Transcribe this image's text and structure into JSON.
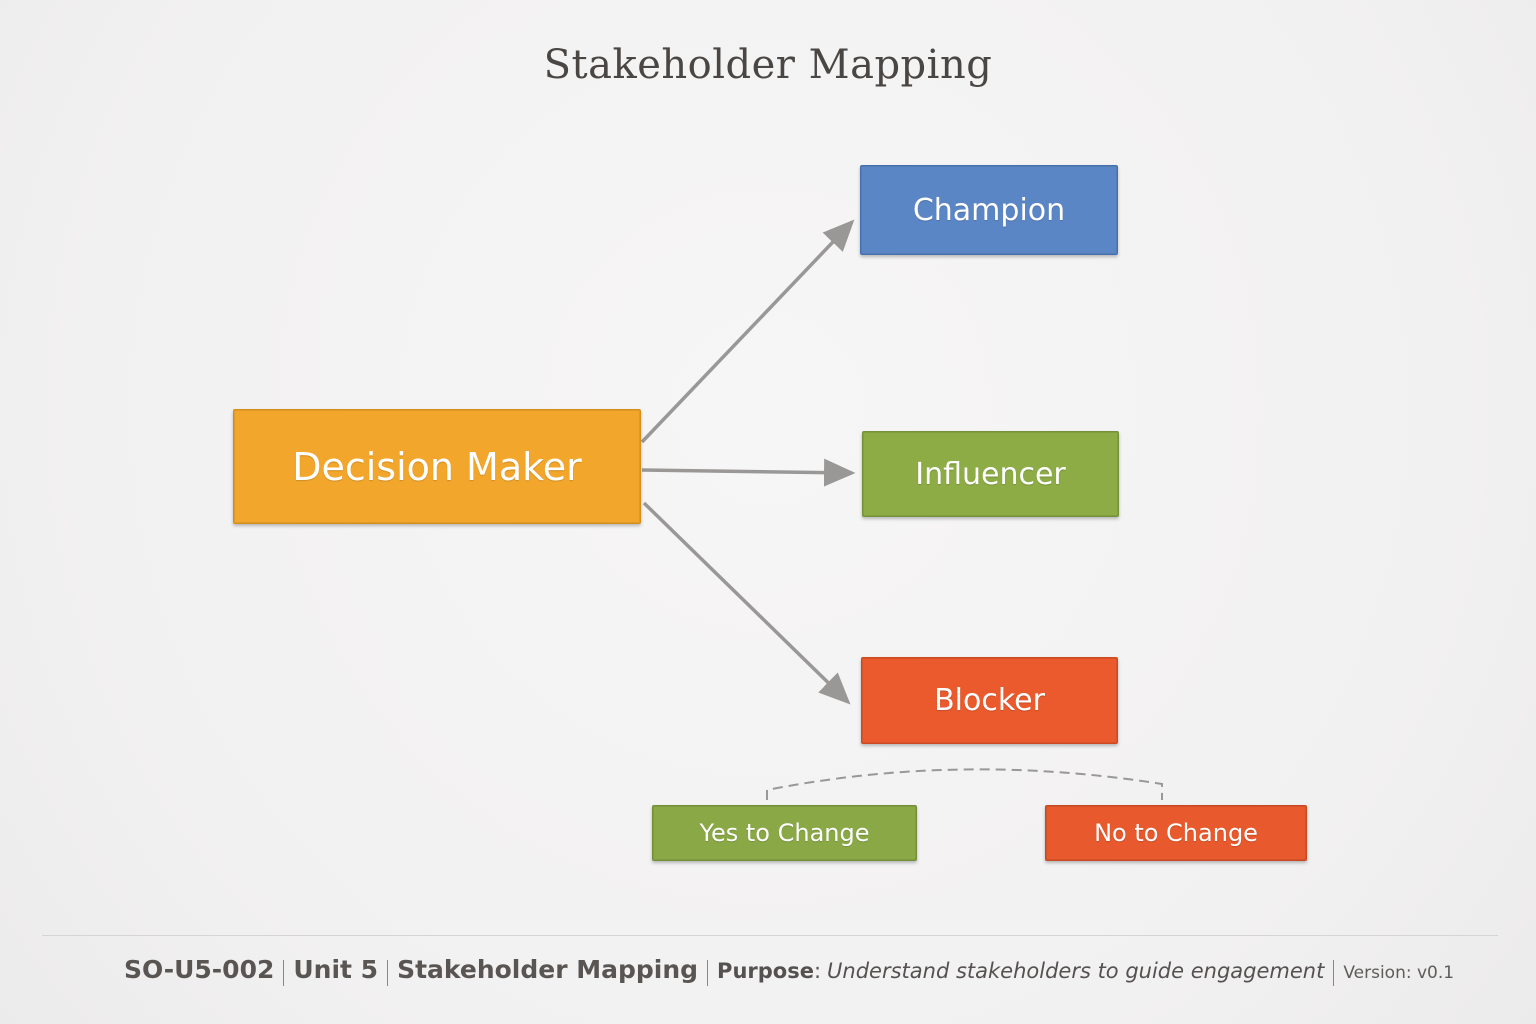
{
  "title": "Stakeholder Mapping",
  "nodes": {
    "decision_maker": {
      "label": "Decision Maker",
      "color": "#f2a62b"
    },
    "champion": {
      "label": "Champion",
      "color": "#5b86c6"
    },
    "influencer": {
      "label": "Influencer",
      "color": "#8dac45"
    },
    "blocker": {
      "label": "Blocker",
      "color": "#ea5a2c"
    },
    "yes_to_change": {
      "label": "Yes to Change",
      "color": "#8aa946"
    },
    "no_to_change": {
      "label": "No to Change",
      "color": "#e8592d"
    }
  },
  "edges": [
    {
      "from": "Decision Maker",
      "to": "Champion",
      "style": "arrow"
    },
    {
      "from": "Decision Maker",
      "to": "Influencer",
      "style": "arrow"
    },
    {
      "from": "Decision Maker",
      "to": "Blocker",
      "style": "arrow"
    },
    {
      "from": "Yes to Change",
      "to": "No to Change",
      "style": "dashed-bracket"
    }
  ],
  "connector_color": "#9a9897",
  "footer": {
    "code": "SO-U5-002",
    "unit": "Unit 5",
    "topic": "Stakeholder Mapping",
    "purpose_label": "Purpose",
    "purpose_colon": ":",
    "purpose_text": "Understand stakeholders to guide engagement",
    "version": "Version: v0.1"
  }
}
